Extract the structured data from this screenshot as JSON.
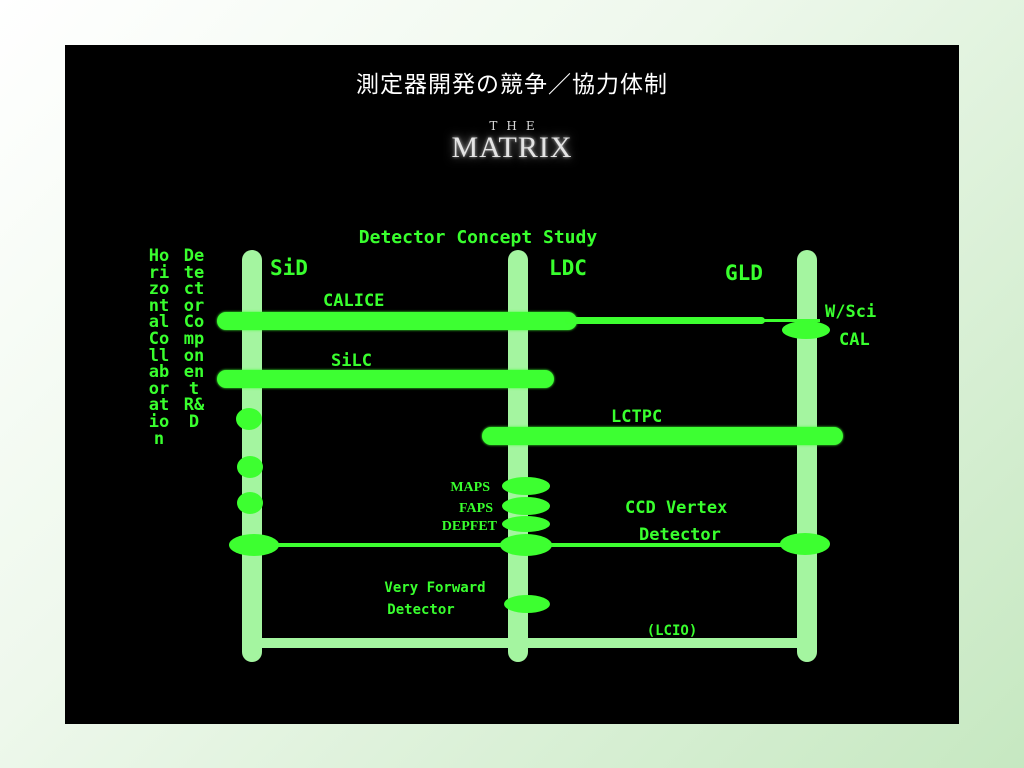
{
  "slide": {
    "title": "測定器開発の競争／協力体制",
    "logo": {
      "the": "THE",
      "matrix": "MATRIX"
    }
  },
  "diagram": {
    "header": "Detector Concept Study",
    "concepts": {
      "sid": "SiD",
      "ldc": "LDC",
      "gld": "GLD"
    },
    "vertical_labels": {
      "horizontal_collaboration": "Horizontal Collaboration",
      "detector_component_rd": "Detector Component R&D"
    },
    "bands": {
      "calice": "CALICE",
      "wsci_line1": "W/Sci",
      "wsci_line2": "CAL",
      "silc": "SiLC",
      "lctpc": "LCTPC",
      "maps": "MAPS",
      "faps": "FAPS",
      "depfet": "DEPFET",
      "ccd_line1": "CCD Vertex",
      "ccd_line2": "Detector",
      "vfd_line1": "Very Forward",
      "vfd_line2": "Detector",
      "lcio": "(LCIO)"
    },
    "colors": {
      "pillar": "#a4f5a0",
      "band": "#3dff30",
      "text": "#39ff2e"
    }
  }
}
